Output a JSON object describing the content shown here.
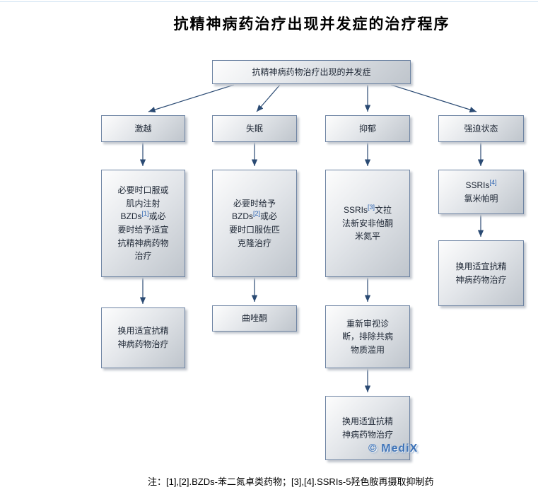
{
  "title": "抗精神病药治疗出现并发症的治疗程序",
  "root": {
    "label": "抗精神病药物治疗出现的并发症"
  },
  "branches": [
    {
      "id": "agitation",
      "header": "激越",
      "step1": {
        "pre": "必要时口服或肌内注射BZDs",
        "sup": "[1]",
        "post": "或必要时给予适宜抗精神病药物治疗"
      },
      "step2": {
        "text": "换用适宜抗精神病药物治疗"
      }
    },
    {
      "id": "insomnia",
      "header": "失眠",
      "step1": {
        "pre": "必要时给予BZDs",
        "sup": "[2]",
        "post": "或必要时口服佐匹克隆治疗"
      },
      "step2": {
        "text": "曲唑酮"
      }
    },
    {
      "id": "depression",
      "header": "抑郁",
      "step1": {
        "pre": "SSRIs",
        "sup": "[3]",
        "post": "文拉法新安非他酮米氮平"
      },
      "step2": {
        "text": "重新审视诊断，排除共病物质滥用"
      },
      "step3": {
        "text": "换用适宜抗精神病药物治疗"
      }
    },
    {
      "id": "ocd",
      "header": "强迫状态",
      "step1": {
        "pre": "SSRIs",
        "sup": "[4]",
        "post": "氯米帕明"
      },
      "step2": {
        "text": "换用适宜抗精神病药物治疗"
      }
    }
  ],
  "watermark": "© MediX",
  "footnote": "注：[1],[2].BZDs-苯二氮卓类药物；[3],[4].SSRIs-5羟色胺再摄取抑制药"
}
